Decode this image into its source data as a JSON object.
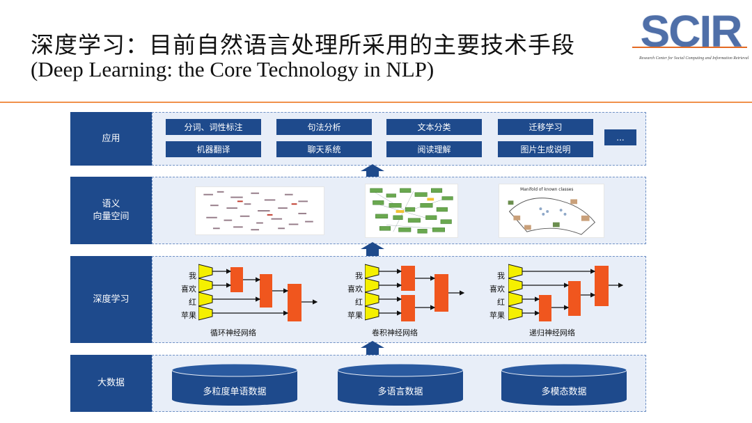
{
  "header": {
    "title_cn": "深度学习：目前自然语言处理所采用的主要技术手段",
    "title_en": "(Deep Learning: the Core Technology in NLP)",
    "logo_text": "SCIR",
    "logo_subtitle": "Research Center for Social Computing and Information Retrieval"
  },
  "layers": {
    "application": {
      "label": "应用",
      "items": [
        "分词、词性标注",
        "句法分析",
        "文本分类",
        "迁移学习",
        "机器翻译",
        "聊天系统",
        "阅读理解",
        "图片生成说明"
      ],
      "more": "..."
    },
    "semantic": {
      "label_line1": "语义",
      "label_line2": "向量空间",
      "thumb3_title": "Manifold of known classes"
    },
    "deep_learning": {
      "label": "深度学习",
      "words": [
        "我",
        "喜欢",
        "红",
        "苹果"
      ],
      "networks": [
        "循环神经网络",
        "卷积神经网络",
        "递归神经网络"
      ]
    },
    "big_data": {
      "label": "大数据",
      "databases": [
        "多粒度单语数据",
        "多语言数据",
        "多模态数据"
      ]
    }
  },
  "colors": {
    "dark_blue": "#1e4a8c",
    "light_box": "#e8eef8",
    "yellow": "#f5f000",
    "orange": "#f0561e",
    "accent_line": "#f0914a"
  }
}
